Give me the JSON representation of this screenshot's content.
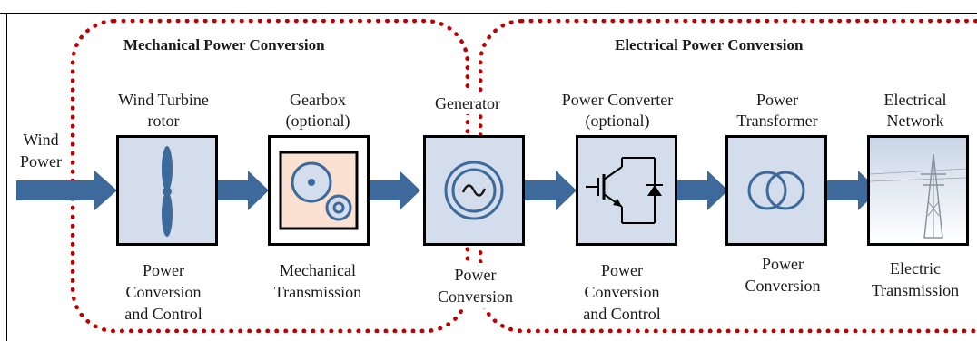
{
  "regions": {
    "mechanical": "Mechanical Power Conversion",
    "electrical": "Electrical Power Conversion"
  },
  "input": {
    "line1": "Wind",
    "line2": "Power"
  },
  "stages": [
    {
      "top_line1": "Wind Turbine",
      "top_line2": "rotor",
      "bottom_line1": "Power",
      "bottom_line2": "Conversion",
      "bottom_line3": "and Control",
      "icon": "rotor-blade-icon"
    },
    {
      "top_line1": "Gearbox",
      "top_line2": "(optional)",
      "bottom_line1": "Mechanical",
      "bottom_line2": "Transmission",
      "icon": "gear-icon"
    },
    {
      "top_line1": "Generator",
      "bottom_line1": "Power",
      "bottom_line2": "Conversion",
      "icon": "ac-generator-icon"
    },
    {
      "top_line1": "Power Converter",
      "top_line2": "(optional)",
      "bottom_line1": "Power",
      "bottom_line2": "Conversion",
      "bottom_line3": "and Control",
      "icon": "igbt-diode-icon"
    },
    {
      "top_line1": "Power",
      "top_line2": "Transformer",
      "bottom_line1": "Power",
      "bottom_line2": "Conversion",
      "icon": "transformer-icon"
    },
    {
      "top_line1": "Electrical",
      "top_line2": "Network",
      "bottom_line1": "Electric",
      "bottom_line2": "Transmission",
      "icon": "transmission-tower-icon"
    }
  ],
  "colors": {
    "region_border": "#c00000",
    "block_fill": "#d3ddeb",
    "arrow": "#3d6a9a",
    "gearbox_fill": "#fbe1d1"
  }
}
